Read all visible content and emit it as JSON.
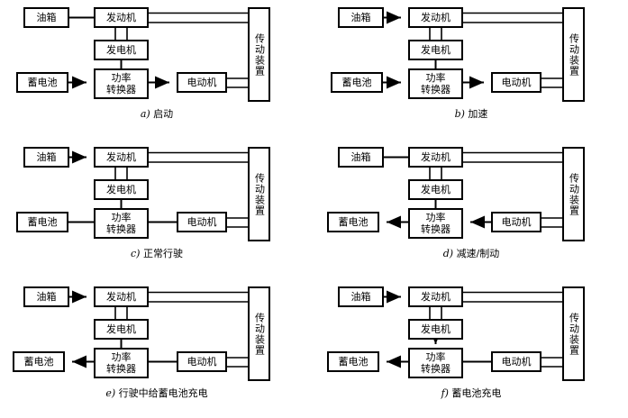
{
  "figure": {
    "type": "block-diagram-grid",
    "rows": 3,
    "cols": 2,
    "block_labels": {
      "fuel_tank": "油箱",
      "engine": "发动机",
      "generator": "发电机",
      "battery": "蓄电池",
      "converter_line1": "功率",
      "converter_line2": "转换器",
      "motor": "电动机",
      "transmission": "传动装置"
    }
  },
  "panels": [
    {
      "id": "a",
      "tag": "a)",
      "caption": "启动",
      "caption_full": "a) 启动",
      "blocks": [
        "油箱",
        "发动机",
        "发电机",
        "蓄电池",
        "功率转换器",
        "电动机",
        "传动装置"
      ],
      "edges": [
        {
          "from": "油箱",
          "to": "发动机",
          "arrow": "none",
          "style": "single"
        },
        {
          "from": "发动机",
          "to": "发电机",
          "arrow": "none",
          "style": "double"
        },
        {
          "from": "发电机",
          "to": "功率转换器",
          "arrow": "none",
          "style": "single"
        },
        {
          "from": "蓄电池",
          "to": "功率转换器",
          "arrow": "right",
          "style": "single"
        },
        {
          "from": "功率转换器",
          "to": "电动机",
          "arrow": "right",
          "style": "single"
        },
        {
          "from": "发动机",
          "to": "传动装置",
          "arrow": "none",
          "style": "double"
        },
        {
          "from": "电动机",
          "to": "传动装置",
          "arrow": "none",
          "style": "double"
        }
      ]
    },
    {
      "id": "b",
      "tag": "b)",
      "caption": "加速",
      "caption_full": "b) 加速",
      "blocks": [
        "油箱",
        "发动机",
        "发电机",
        "蓄电池",
        "功率转换器",
        "电动机",
        "传动装置"
      ],
      "edges": [
        {
          "from": "油箱",
          "to": "发动机",
          "arrow": "right",
          "style": "single"
        },
        {
          "from": "发动机",
          "to": "发电机",
          "arrow": "none",
          "style": "double"
        },
        {
          "from": "发电机",
          "to": "功率转换器",
          "arrow": "none",
          "style": "single"
        },
        {
          "from": "蓄电池",
          "to": "功率转换器",
          "arrow": "right",
          "style": "single"
        },
        {
          "from": "功率转换器",
          "to": "电动机",
          "arrow": "right",
          "style": "single"
        },
        {
          "from": "发动机",
          "to": "传动装置",
          "arrow": "none",
          "style": "double"
        },
        {
          "from": "电动机",
          "to": "传动装置",
          "arrow": "none",
          "style": "double"
        }
      ]
    },
    {
      "id": "c",
      "tag": "c)",
      "caption": "正常行驶",
      "caption_full": "c) 正常行驶",
      "blocks": [
        "油箱",
        "发动机",
        "发电机",
        "蓄电池",
        "功率转换器",
        "电动机",
        "传动装置"
      ],
      "edges": [
        {
          "from": "油箱",
          "to": "发动机",
          "arrow": "right",
          "style": "single"
        },
        {
          "from": "发动机",
          "to": "发电机",
          "arrow": "none",
          "style": "double"
        },
        {
          "from": "发电机",
          "to": "功率转换器",
          "arrow": "none",
          "style": "single"
        },
        {
          "from": "蓄电池",
          "to": "功率转换器",
          "arrow": "none",
          "style": "single"
        },
        {
          "from": "功率转换器",
          "to": "电动机",
          "arrow": "none",
          "style": "single"
        },
        {
          "from": "发动机",
          "to": "传动装置",
          "arrow": "none",
          "style": "double"
        },
        {
          "from": "电动机",
          "to": "传动装置",
          "arrow": "none",
          "style": "double"
        }
      ]
    },
    {
      "id": "d",
      "tag": "d)",
      "caption": "减速/制动",
      "caption_full": "d) 减速/制动",
      "blocks": [
        "油箱",
        "发动机",
        "发电机",
        "蓄电池",
        "功率转换器",
        "电动机",
        "传动装置"
      ],
      "edges": [
        {
          "from": "油箱",
          "to": "发动机",
          "arrow": "none",
          "style": "single"
        },
        {
          "from": "发动机",
          "to": "发电机",
          "arrow": "none",
          "style": "double"
        },
        {
          "from": "发电机",
          "to": "功率转换器",
          "arrow": "none",
          "style": "single"
        },
        {
          "from": "功率转换器",
          "to": "蓄电池",
          "arrow": "left",
          "style": "single"
        },
        {
          "from": "电动机",
          "to": "功率转换器",
          "arrow": "left",
          "style": "single"
        },
        {
          "from": "发动机",
          "to": "传动装置",
          "arrow": "none",
          "style": "double"
        },
        {
          "from": "传动装置",
          "to": "电动机",
          "arrow": "none",
          "style": "double"
        }
      ]
    },
    {
      "id": "e",
      "tag": "e)",
      "caption": "行驶中给蓄电池充电",
      "caption_full": "e) 行驶中给蓄电池充电",
      "blocks": [
        "油箱",
        "发动机",
        "发电机",
        "蓄电池",
        "功率转换器",
        "电动机",
        "传动装置"
      ],
      "edges": [
        {
          "from": "油箱",
          "to": "发动机",
          "arrow": "right",
          "style": "single"
        },
        {
          "from": "发动机",
          "to": "发电机",
          "arrow": "none",
          "style": "double"
        },
        {
          "from": "发电机",
          "to": "功率转换器",
          "arrow": "none",
          "style": "single"
        },
        {
          "from": "功率转换器",
          "to": "蓄电池",
          "arrow": "left",
          "style": "single"
        },
        {
          "from": "功率转换器",
          "to": "电动机",
          "arrow": "none",
          "style": "single"
        },
        {
          "from": "发动机",
          "to": "传动装置",
          "arrow": "none",
          "style": "double"
        },
        {
          "from": "电动机",
          "to": "传动装置",
          "arrow": "none",
          "style": "double"
        }
      ]
    },
    {
      "id": "f",
      "tag": "f)",
      "caption": "蓄电池充电",
      "caption_full": "f) 蓄电池充电",
      "blocks": [
        "油箱",
        "发动机",
        "发电机",
        "蓄电池",
        "功率转换器",
        "电动机",
        "传动装置"
      ],
      "edges": [
        {
          "from": "油箱",
          "to": "发动机",
          "arrow": "right",
          "style": "single"
        },
        {
          "from": "发动机",
          "to": "发电机",
          "arrow": "none",
          "style": "double"
        },
        {
          "from": "发电机",
          "to": "功率转换器",
          "arrow": "down",
          "style": "single"
        },
        {
          "from": "功率转换器",
          "to": "蓄电池",
          "arrow": "left",
          "style": "single"
        },
        {
          "from": "功率转换器",
          "to": "电动机",
          "arrow": "none",
          "style": "single"
        },
        {
          "from": "发动机",
          "to": "传动装置",
          "arrow": "none",
          "style": "double"
        },
        {
          "from": "电动机",
          "to": "传动装置",
          "arrow": "none",
          "style": "double"
        }
      ]
    }
  ],
  "colors": {
    "stroke": "#000000",
    "background": "#ffffff",
    "text": "#000000"
  }
}
